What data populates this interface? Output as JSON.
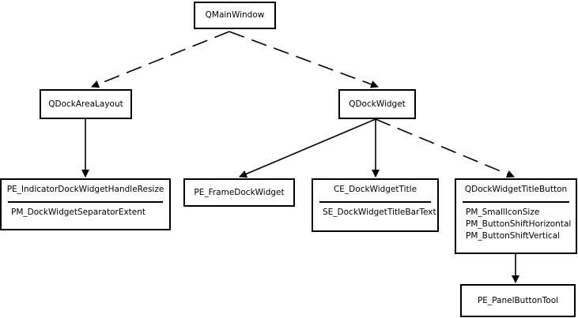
{
  "diagram": {
    "nodes": [
      {
        "id": "qmainwindow",
        "title": "QMainWindow",
        "items": []
      },
      {
        "id": "qdockarealayout",
        "title": "QDockAreaLayout",
        "items": []
      },
      {
        "id": "qdockwidget",
        "title": "QDockWidget",
        "items": []
      },
      {
        "id": "indicator",
        "title": "PE_IndicatorDockWidgetHandleResize",
        "items": [
          "PM_DockWidgetSeparatorExtent"
        ]
      },
      {
        "id": "framedockwidget",
        "title": "PE_FrameDockWidget",
        "items": []
      },
      {
        "id": "dockwidgettitle",
        "title": "CE_DockWidgetTitle",
        "items": [
          "SE_DockWidgetTitleBarText"
        ]
      },
      {
        "id": "titlebutton",
        "title": "QDockWidgetTitleButton",
        "items": [
          "PM_SmallIconSize",
          "PM_ButtonShiftHorizontal",
          "PM_ButtonShiftVertical"
        ]
      },
      {
        "id": "panelbuttontool",
        "title": "PE_PanelButtonTool",
        "items": []
      }
    ],
    "edges": [
      {
        "from": "qmainwindow",
        "to": "qdockarealayout",
        "style": "dashed"
      },
      {
        "from": "qmainwindow",
        "to": "qdockwidget",
        "style": "dashed"
      },
      {
        "from": "qdockarealayout",
        "to": "indicator",
        "style": "solid"
      },
      {
        "from": "qdockwidget",
        "to": "framedockwidget",
        "style": "solid"
      },
      {
        "from": "qdockwidget",
        "to": "dockwidgettitle",
        "style": "solid"
      },
      {
        "from": "qdockwidget",
        "to": "titlebutton",
        "style": "dashed"
      },
      {
        "from": "titlebutton",
        "to": "panelbuttontool",
        "style": "solid"
      }
    ]
  }
}
